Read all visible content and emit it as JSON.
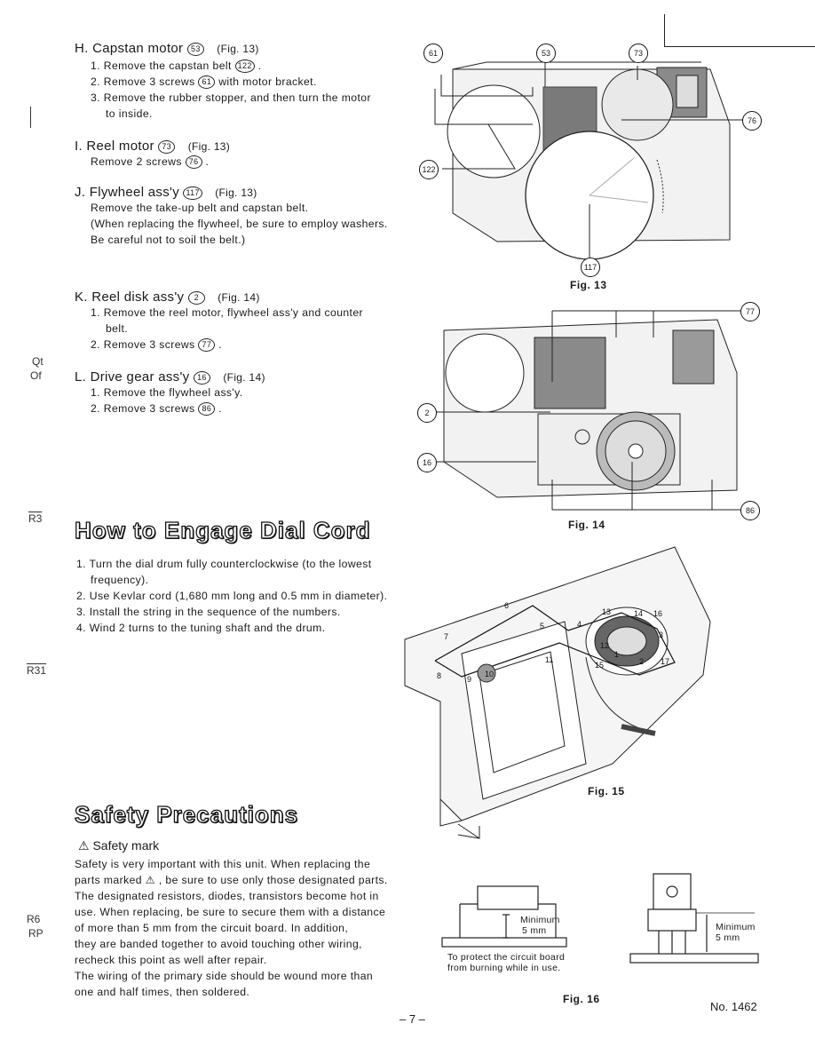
{
  "sections": {
    "H": {
      "title": "H.  Capstan motor",
      "ref": "53",
      "fig": "(Fig. 13)",
      "steps": [
        {
          "pre": "1.  Remove the capstan belt",
          "ref": "122",
          "post": "."
        },
        {
          "pre": "2.  Remove 3 screws",
          "ref": "61",
          "post": "with motor bracket."
        },
        {
          "pre": "3.  Remove the rubber stopper, and then turn the motor",
          "ref": "",
          "post": ""
        },
        {
          "pre": "to inside.",
          "ref": "",
          "post": ""
        }
      ]
    },
    "I": {
      "title": "I.   Reel motor",
      "ref": "73",
      "fig": "(Fig. 13)",
      "line": {
        "pre": "Remove 2 screws",
        "ref": "76",
        "post": "."
      }
    },
    "J": {
      "title": "J.   Flywheel ass'y",
      "ref": "117",
      "fig": "(Fig. 13)",
      "lines": [
        "Remove the take-up belt and capstan belt.",
        "(When replacing the flywheel, be sure to employ washers.",
        "Be careful not to soil the belt.)"
      ]
    },
    "K": {
      "title": "K.  Reel disk ass'y",
      "ref": "2",
      "fig": "(Fig. 14)",
      "steps": [
        {
          "pre": "1.  Remove the reel motor, flywheel ass'y and counter",
          "ref": "",
          "post": ""
        },
        {
          "pre": "belt.",
          "ref": "",
          "post": ""
        },
        {
          "pre": "2.  Remove 3 screws",
          "ref": "77",
          "post": "."
        }
      ]
    },
    "L": {
      "title": "L.  Drive gear ass'y",
      "ref": "16",
      "fig": "(Fig. 14)",
      "steps": [
        {
          "pre": "1.  Remove the flywheel ass'y.",
          "ref": "",
          "post": ""
        },
        {
          "pre": "2.  Remove 3 screws",
          "ref": "86",
          "post": "."
        }
      ]
    }
  },
  "dial": {
    "title": "How to Engage Dial Cord",
    "steps": [
      "1.  Turn the dial drum fully counterclockwise (to the lowest",
      "frequency).",
      "2.  Use Kevlar cord (1,680 mm long and 0.5 mm in diameter).",
      "3.  Install the string in the sequence of the numbers.",
      "4.  Wind 2 turns to the tuning shaft and the drum."
    ]
  },
  "safety": {
    "title": "Safety Precautions",
    "mark_title": "Safety mark",
    "lines": [
      "Safety is very important with this unit. When replacing the",
      "parts marked ⚠ , be sure to use only those designated parts.",
      "The designated resistors, diodes, transistors become hot in",
      "use. When replacing, be sure to secure them with a distance",
      "of more than 5 mm from the circuit board. In addition,",
      "they are banded together to avoid touching other wiring,",
      "recheck this point as well after repair.",
      "The wiring of the primary side should be wound more than",
      "one and half times, then soldered."
    ]
  },
  "figures": {
    "fig13": {
      "label": "Fig. 13",
      "callouts": [
        "61",
        "53",
        "73",
        "76",
        "122",
        "117"
      ]
    },
    "fig14": {
      "label": "Fig. 14",
      "callouts": [
        "77",
        "2",
        "16",
        "86"
      ]
    },
    "fig15": {
      "label": "Fig. 15",
      "callouts": [
        "1",
        "2",
        "3",
        "4",
        "5",
        "6",
        "7",
        "8",
        "9",
        "10",
        "11",
        "12",
        "13",
        "14",
        "15",
        "16",
        "17"
      ]
    },
    "fig16": {
      "label": "Fig. 16",
      "min1": "Minimum",
      "mm1": "5 mm",
      "caption1": "To protect the circuit board",
      "caption2": "from burning while in use.",
      "min2": "Minimum",
      "mm2": "5 mm"
    }
  },
  "margin": [
    "Qt",
    "Of",
    "R3",
    "R31",
    "R6",
    "RP"
  ],
  "footer": {
    "page": "– 7 –",
    "doc_no": "No. 1462"
  }
}
